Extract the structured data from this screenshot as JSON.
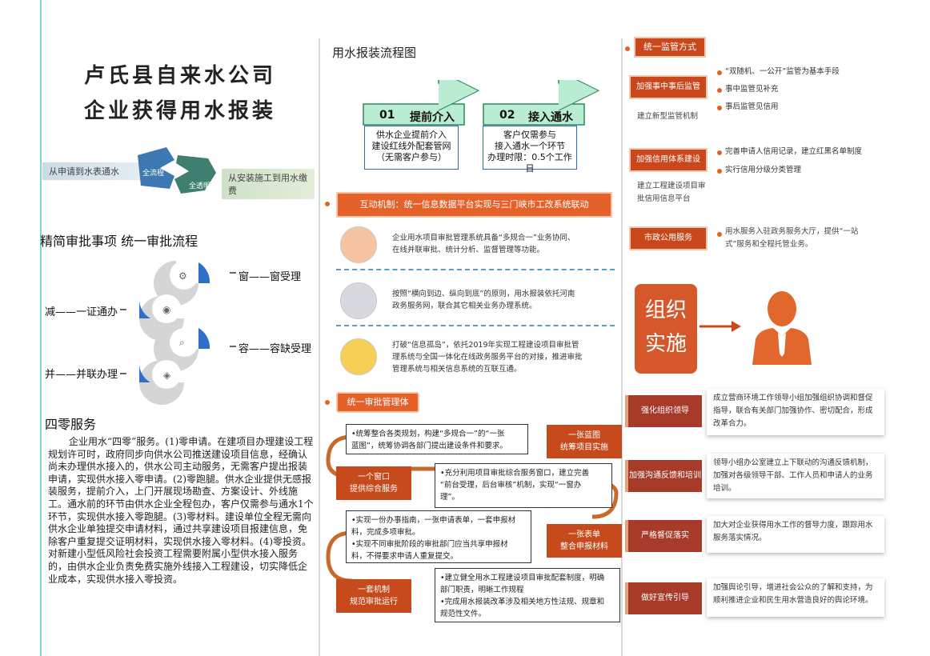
{
  "left": {
    "title_line1": "卢氏县自来水公司",
    "title_line2": "企业获得用水报装",
    "hands_left": "从申请到水表通水",
    "hands_icon1": "全流程",
    "hands_icon2": "全透明",
    "hands_right": "从安装施工到用水缴费",
    "section1": "精简审批事项  统一审批流程",
    "arc_labels": [
      "窗——窗受理",
      "减——一证通办",
      "容——容缺受理",
      "并——并联办理"
    ],
    "section2": "四零服务",
    "paragraph": "企业用水“四零”服务。(1)零申请。在建项目办理建设工程规划许可时，政府同步向供水公司推送建设项目信息，经确认尚未办理供水接入的，供水公司主动服务，无需客户提出报装申请，实现供水接入零申请。(2)零跑腿。供水企业提供无感报装服务，提前介入，上门开展现场勘查、方案设计、外线施工。通水前的环节由供水企业全程包办，客户仅需参与通水1个环节，实现供水接入零跑腿。(3)零材料。建设单位全程无需向供水企业单独提交申请材料，通过共享建设项目报建信息，免除客户重复提交证明材料，实现供水接入零材料。(4)零投资。对新建小型低风险社会投资工程需要附属小型供水接入服务的，由供水企业负责免费实施外线接入工程建设，切实降低企业成本，实现供水接入零投资。"
  },
  "middle": {
    "title": "用水报装流程图",
    "phase1": {
      "num": "01",
      "name": "提前介入",
      "body": [
        "供水企业提前介入",
        "建设红线外配套管网",
        "（无需客户参与）"
      ]
    },
    "phase2": {
      "num": "02",
      "name": "接入通水",
      "body": [
        "客户仅需参与",
        "接入通水一个环节",
        "办理时限：0.5个工作日"
      ]
    },
    "banner": "互动机制：统一信息数据平台实现与三门峡市工改系统联动",
    "mech": [
      {
        "color": "#f6c4a3",
        "text": [
          "企业用水项目审批管理系统具备“多规合一”业务协同、",
          "在线并联审批、统计分析、监督管理等功能。"
        ]
      },
      {
        "color": "#d7d9de",
        "text": [
          "按照“横向到边、纵向到底”的原则，用水报装依托河南",
          "政务服务网，联合其它相关业务办理系统。"
        ]
      },
      {
        "color": "#f8cf55",
        "text": [
          "打破“信息孤岛”，依托2019年实现工程建设项目审批管",
          "理系统与全国一体化在线政务服务平台的对接，推进审批",
          "管理系统与相关信息系统的互联互通。"
        ]
      }
    ],
    "system_tag": "统一审批管理体",
    "flow": [
      {
        "tag": [
          "一张蓝图",
          "统筹项目实施"
        ],
        "text": [
          "•统筹整合各类规划，构建“多规合一”的“一张",
          "蓝图”，统筹协调各部门提出建设条件和要求。"
        ]
      },
      {
        "tag": [
          "一个窗口",
          "提供综合服务"
        ],
        "text": [
          "•充分利用项目审批综合服务窗口，建立完善",
          "“前台受理，后台审核”机制，实现“一窗办",
          "理”。"
        ]
      },
      {
        "tag": [
          "一张表单",
          "整合申报材料"
        ],
        "text": [
          "•实现一份办事指南，一张申请表单，一套申报材",
          "料，完成多项审批。",
          "•实现不同审批阶段的审批部门应当共享申报材",
          "料，不得要求申请人重复提交。"
        ]
      },
      {
        "tag": [
          "一套机制",
          "规范审批运行"
        ],
        "text": [
          "•建立健全用水工程建设项目审批配套制度，明确",
          "部门职责，明晰工作规程",
          "•完成用水报装改革涉及相关地方性法规、规章和",
          "规范性文件。"
        ]
      }
    ]
  },
  "right": {
    "heading": "统一监管方式",
    "groups": [
      {
        "tag": "加强事中事后监管",
        "sub": "建立新型监管机制",
        "items": [
          "“双随机、一公开”监管为基本手段",
          "事中监管见补充",
          "事后监管见信用"
        ]
      },
      {
        "tag": "加强信用体系建设",
        "sub": "建立工程建设项目审批信用信息平台",
        "items": [
          "完善申请人信用记录，建立红黑名单制度",
          "实行信用分级分类管理"
        ]
      },
      {
        "tag": "市政公用服务",
        "sub": "",
        "items": [
          "用水服务入驻政务服务大厅，提供“一站式”服务和全程托管业务。"
        ]
      }
    ],
    "org_line1": "组织",
    "org_line2": "实施",
    "measures": [
      {
        "tag": "强化组织领导",
        "text": "成立营商环境工作领导小组加强组织协调和督促指导，联合有关部门加强协作、密切配合，形成改革合力。"
      },
      {
        "tag": "加强沟通反馈和培训",
        "text": "领导小组办公室建立上下联动的沟通反馈机制，加强对各级领导干部、工作人员和申请人的业务培训。"
      },
      {
        "tag": "严格督促落实",
        "text": "加大对企业获得用水工作的督导力度，跟踪用水服务落实情况。"
      },
      {
        "tag": "做好宣传引导",
        "text": "加强舆论引导，增进社会公众的了解和支持，为顺利推进企业和民生用水营造良好的舆论环境。"
      }
    ]
  }
}
